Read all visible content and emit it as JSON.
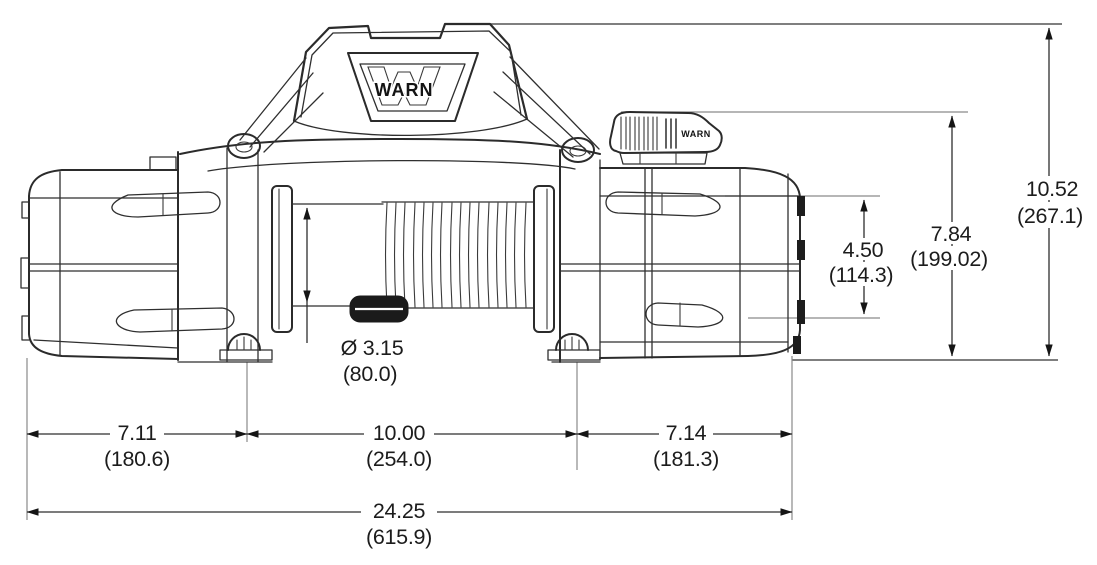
{
  "drawing": {
    "brand_logo": "WARN",
    "clutch_label": "WARN",
    "dimensions": {
      "overall_height": {
        "inches": "10.52",
        "mm": "(267.1)"
      },
      "clutch_height": {
        "inches": "7.84",
        "mm": "(199.02)"
      },
      "flange_height": {
        "inches": "4.50",
        "mm": "(114.3)"
      },
      "drum_diameter": {
        "inches": "Ø 3.15",
        "mm": "(80.0)"
      },
      "left_section": {
        "inches": "7.11",
        "mm": "(180.6)"
      },
      "drum_section": {
        "inches": "10.00",
        "mm": "(254.0)"
      },
      "right_section": {
        "inches": "7.14",
        "mm": "(181.3)"
      },
      "overall_length": {
        "inches": "24.25",
        "mm": "(615.9)"
      }
    }
  }
}
